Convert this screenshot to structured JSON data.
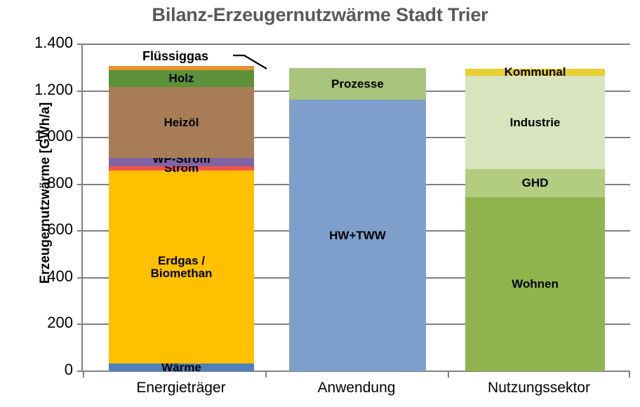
{
  "chart_data": {
    "type": "bar",
    "subtype": "stacked-column",
    "title": "Bilanz-Erzeugernutzwärme Stadt Trier",
    "xlabel": "",
    "ylabel": "Erzeugernutzwärme [GWh/a]",
    "ylim": [
      0,
      1400
    ],
    "ytick_labels": [
      "1.400",
      "1.200",
      "1.000",
      "800",
      "600",
      "400",
      "200",
      "0"
    ],
    "ytick_values": [
      1400,
      1200,
      1000,
      800,
      600,
      400,
      200,
      0
    ],
    "grid": true,
    "legend": "none (direct data labels)",
    "categories": [
      "Energieträger",
      "Anwendung",
      "Nutzungssektor"
    ],
    "stacks": [
      {
        "category": "Energieträger",
        "total": 1308,
        "segments": [
          {
            "name": "Wärme",
            "value": 33,
            "color": "#4f81bd",
            "label_visible": true,
            "label": "Wärme"
          },
          {
            "name": "Erdgas / Biomethan",
            "value": 826,
            "color": "#ffc000",
            "label_visible": true,
            "label": "Erdgas /\nBiomethan"
          },
          {
            "name": "Strom",
            "value": 18,
            "color": "#f1544b",
            "label_visible": true,
            "label": "Strom"
          },
          {
            "name": "WP-Strom",
            "value": 36,
            "color": "#8064a2",
            "label_visible": true,
            "label": "WP-Strom"
          },
          {
            "name": "Heizöl",
            "value": 304,
            "color": "#a87d56",
            "label_visible": true,
            "label": "Heizöl"
          },
          {
            "name": "Holz",
            "value": 73,
            "color": "#5b9139",
            "label_visible": true,
            "label": "Holz"
          },
          {
            "name": "Flüssiggas",
            "value": 18,
            "color": "#e8922f",
            "label_visible": false,
            "label": "Flüssiggas"
          }
        ]
      },
      {
        "category": "Anwendung",
        "total": 1297,
        "segments": [
          {
            "name": "HW+TWW",
            "value": 1163,
            "color": "#7e9fcc",
            "label_visible": true,
            "label": "HW+TWW"
          },
          {
            "name": "Prozesse",
            "value": 134,
            "color": "#a8c47d",
            "label_visible": true,
            "label": "Prozesse"
          }
        ]
      },
      {
        "category": "Nutzungssektor",
        "total": 1295,
        "segments": [
          {
            "name": "Wohnen",
            "value": 745,
            "color": "#90b44d",
            "label_visible": true,
            "label": "Wohnen"
          },
          {
            "name": "GHD",
            "value": 120,
            "color": "#b2cc80",
            "label_visible": true,
            "label": "GHD"
          },
          {
            "name": "Industrie",
            "value": 399,
            "color": "#d8e4bd",
            "label_visible": true,
            "label": "Industrie"
          },
          {
            "name": "Kommunal",
            "value": 31,
            "color": "#e8d033",
            "label_visible": true,
            "label": "Kommunal"
          }
        ]
      }
    ],
    "callouts": [
      {
        "name": "Flüssiggas",
        "text": "Flüssiggas",
        "points_to": "Energieträger / Flüssiggas"
      }
    ],
    "colors": {
      "title_text": "#595959",
      "axis_text": "#000000",
      "gridline": "#808080",
      "background": "#ffffff"
    }
  }
}
